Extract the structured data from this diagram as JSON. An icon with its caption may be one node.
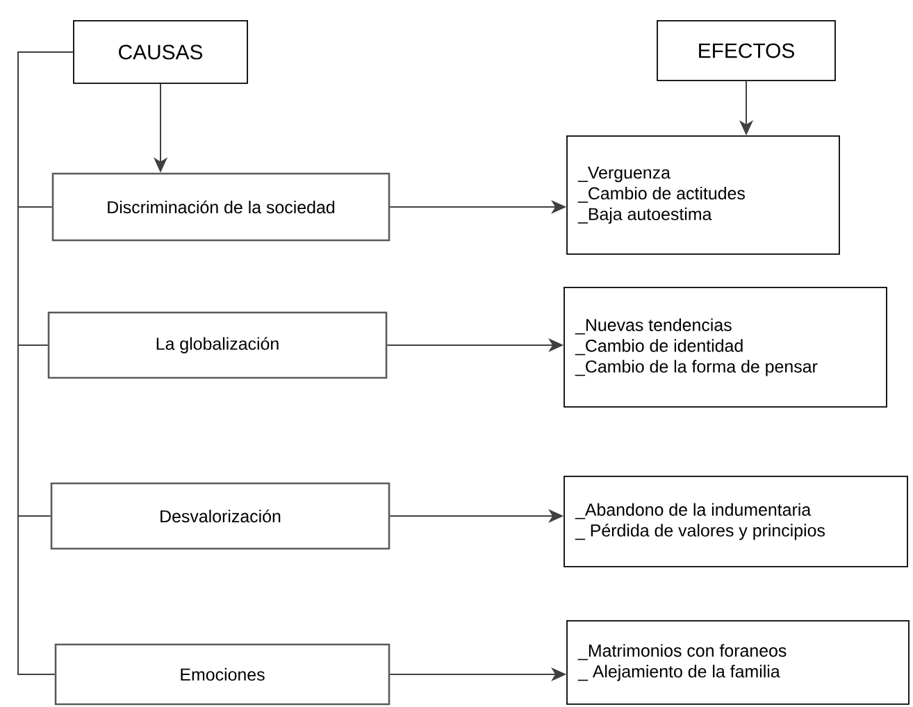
{
  "diagram": {
    "nodes": [
      {
        "text": [
          "CAUSAS"
        ]
      },
      {
        "text": [
          "EFECTOS"
        ]
      },
      {
        "text": [
          "Discriminación de la sociedad"
        ]
      },
      {
        "text": [
          "_Verguenza",
          "_Cambio de actitudes",
          "_Baja autoestima"
        ]
      },
      {
        "text": [
          "La globalización"
        ]
      },
      {
        "text": [
          "_Nuevas tendencias",
          "_Cambio de identidad",
          "_Cambio de la forma de pensar"
        ]
      },
      {
        "text": [
          "Desvalorización"
        ]
      },
      {
        "text": [
          "_Abandono de la indumentaria",
          "_ Pérdida de valores y principios"
        ]
      },
      {
        "text": [
          "Emociones"
        ]
      },
      {
        "text": [
          "_Matrimonios con foraneos",
          "_ Alejamiento de la familia"
        ]
      }
    ],
    "edges": [
      {
        "from": 0,
        "to": 2,
        "arrow": "to"
      },
      {
        "from": 1,
        "to": 3,
        "arrow": "to"
      },
      {
        "from": 0,
        "to": 2,
        "arrow": "none"
      },
      {
        "from": 0,
        "to": 4,
        "arrow": "none"
      },
      {
        "from": 0,
        "to": 6,
        "arrow": "none"
      },
      {
        "from": 0,
        "to": 8,
        "arrow": "none"
      },
      {
        "from": 2,
        "to": 3,
        "arrow": "to"
      },
      {
        "from": 4,
        "to": 5,
        "arrow": "to"
      },
      {
        "from": 6,
        "to": 7,
        "arrow": "to"
      },
      {
        "from": 8,
        "to": 9,
        "arrow": "to"
      }
    ]
  }
}
